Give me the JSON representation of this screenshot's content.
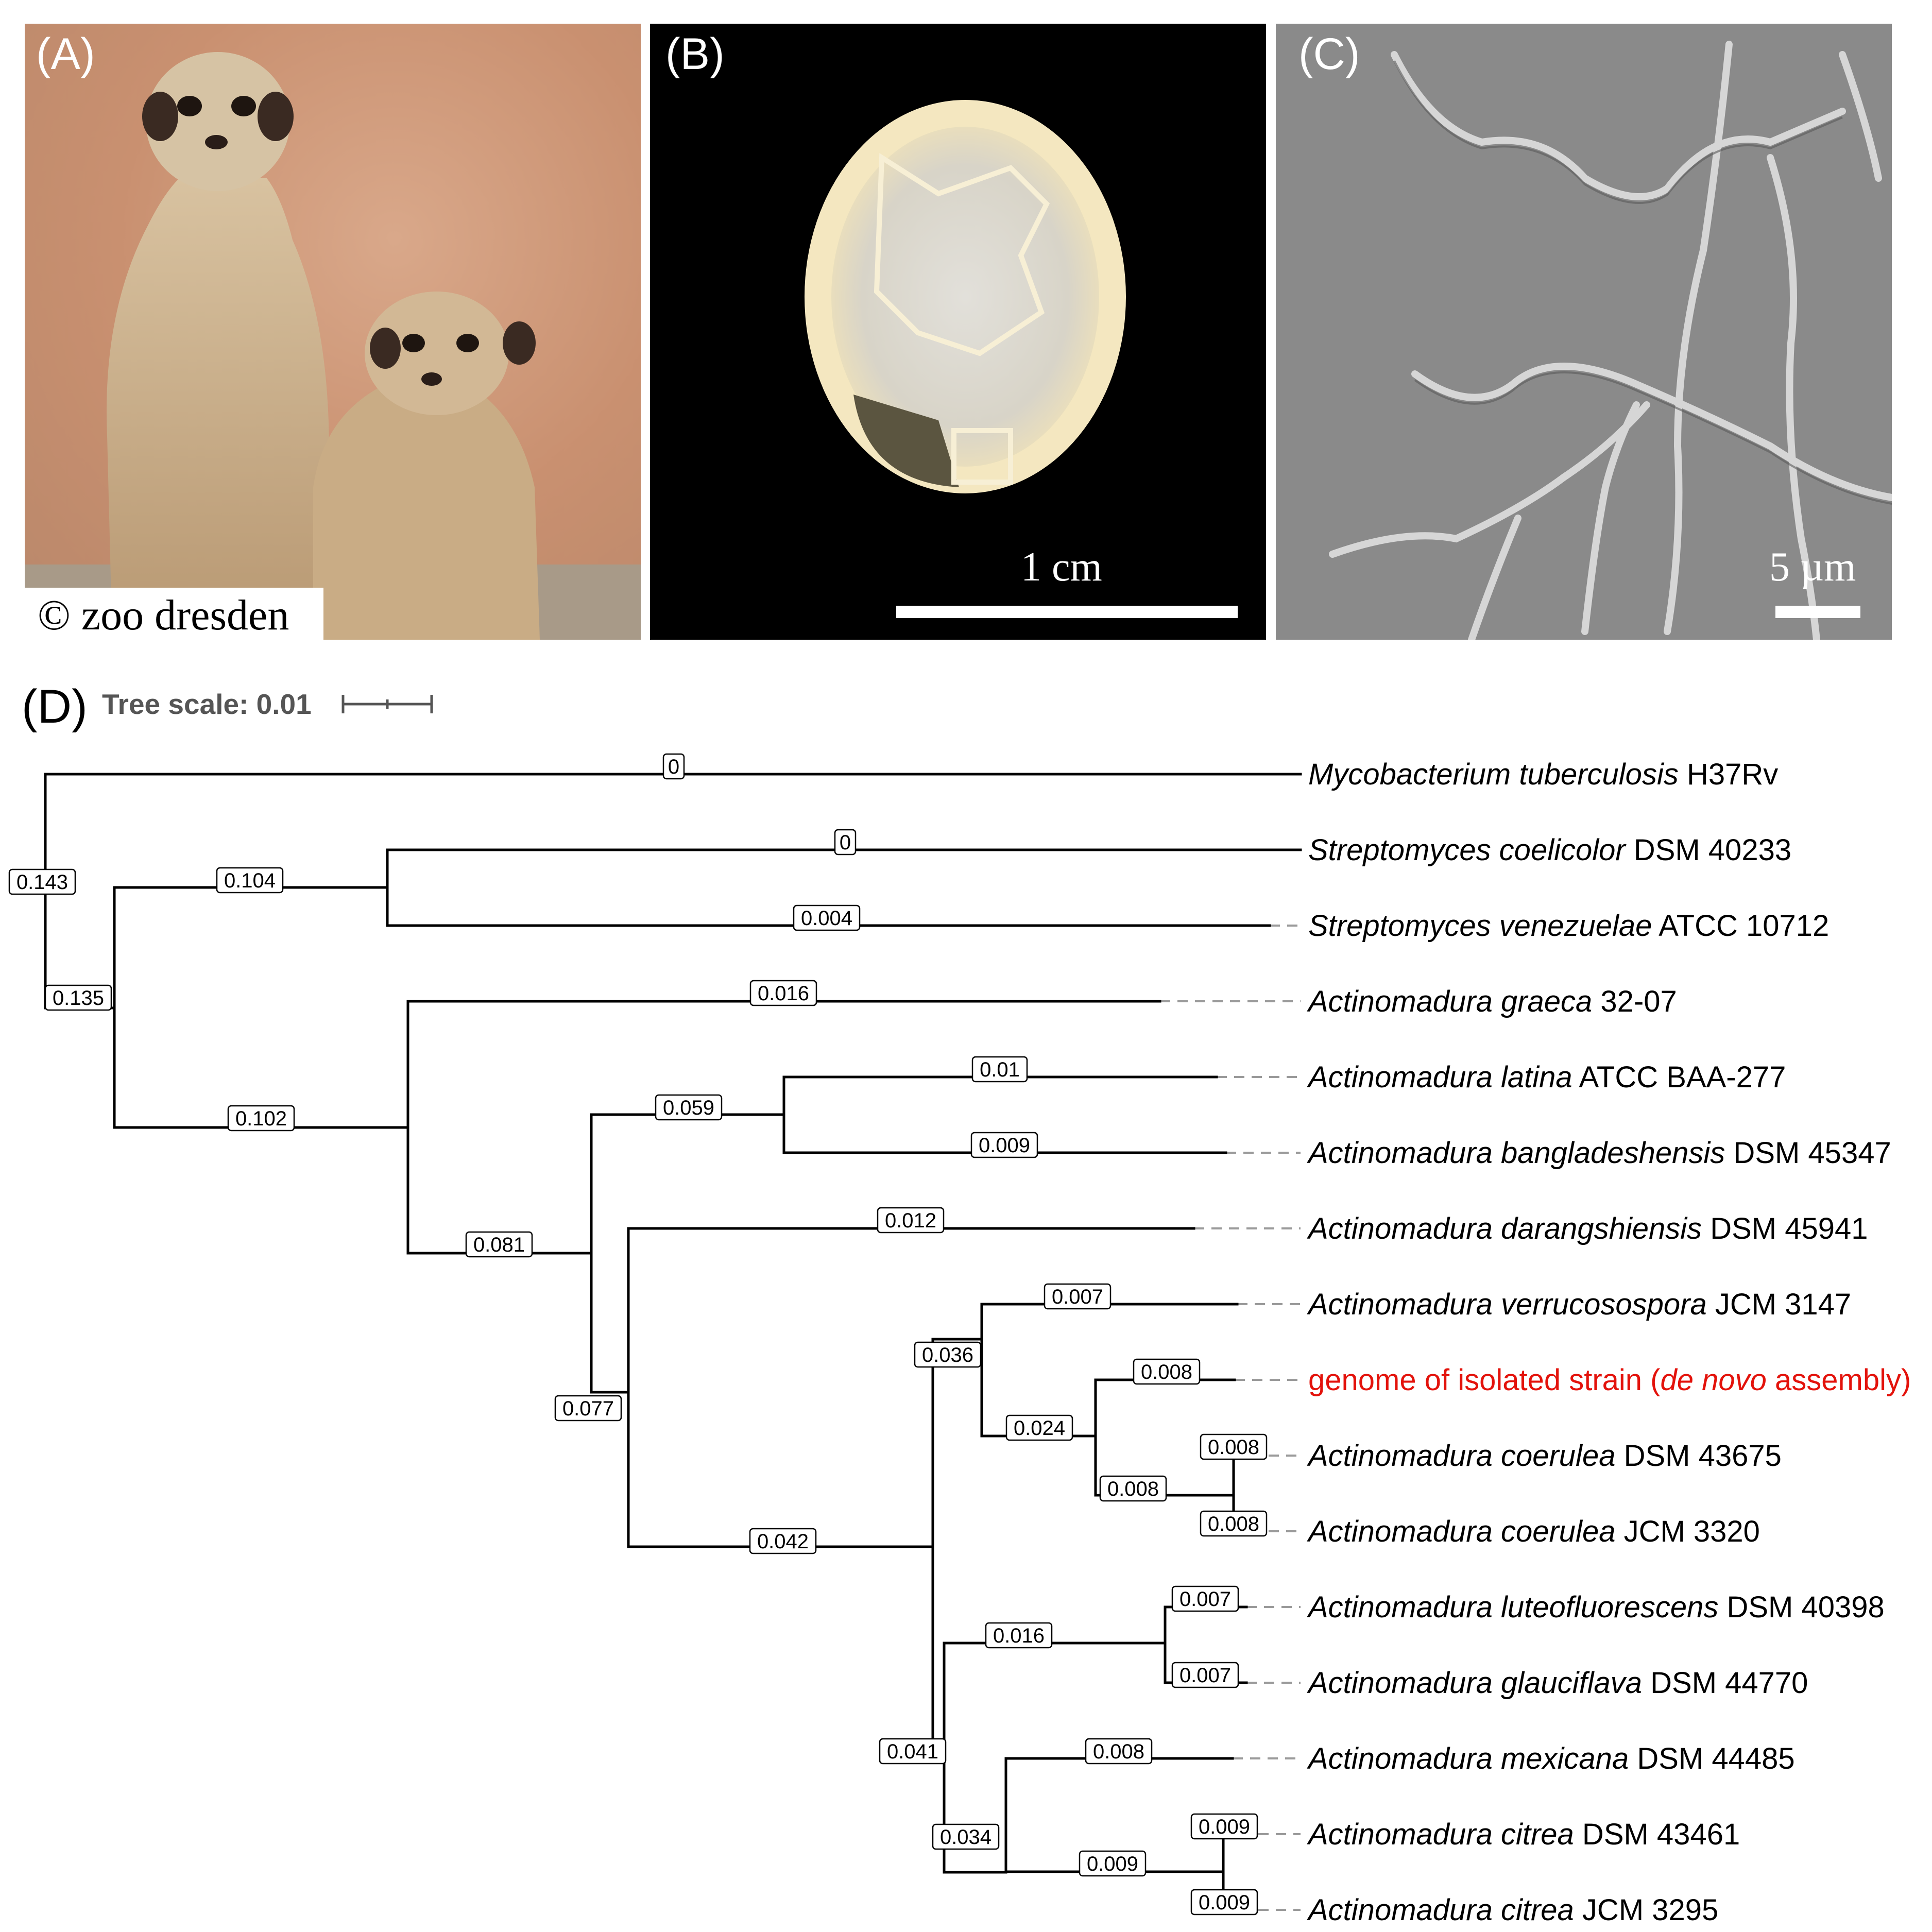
{
  "figure": {
    "panels": {
      "a": {
        "label": "(A)",
        "credit": "© zoo dresden"
      },
      "b": {
        "label": "(B)",
        "scalebar": "1 cm"
      },
      "c": {
        "label": "(C)",
        "scalebar": "5 µm"
      },
      "d": {
        "label": "(D)",
        "tree_scale_label": "Tree scale: 0.01"
      }
    },
    "colors": {
      "highlight": "#e3120b",
      "background_b": "#000000",
      "background_c": "#8a8a8a"
    }
  },
  "tree": {
    "scale_value": 0.01,
    "taxa": [
      {
        "genus": "Mycobacterium tuberculosis",
        "strain": "H37Rv"
      },
      {
        "genus": "Streptomyces coelicolor",
        "strain": "DSM 40233"
      },
      {
        "genus": "Streptomyces venezuelae",
        "strain": "ATCC 10712"
      },
      {
        "genus": "Actinomadura graeca",
        "strain": "32-07"
      },
      {
        "genus": "Actinomadura latina",
        "strain": "ATCC BAA-277"
      },
      {
        "genus": "Actinomadura bangladeshensis",
        "strain": "DSM 45347"
      },
      {
        "genus": "Actinomadura darangshiensis",
        "strain": "DSM 45941"
      },
      {
        "genus": "Actinomadura verrucosospora",
        "strain": "JCM 3147"
      },
      {
        "highlight": true,
        "pre": "genome of isolated strain (",
        "ital": "de novo",
        "post": " assembly)"
      },
      {
        "genus": "Actinomadura coerulea",
        "strain": "DSM 43675"
      },
      {
        "genus": "Actinomadura coerulea",
        "strain": "JCM 3320"
      },
      {
        "genus": "Actinomadura luteofluorescens",
        "strain": "DSM 40398"
      },
      {
        "genus": "Actinomadura glauciflava",
        "strain": "DSM 44770"
      },
      {
        "genus": "Actinomadura mexicana",
        "strain": "DSM 44485"
      },
      {
        "genus": "Actinomadura citrea",
        "strain": "DSM 43461"
      },
      {
        "genus": "Actinomadura citrea",
        "strain": "JCM 3295"
      }
    ],
    "branch_labels": [
      "0",
      "0",
      "0.004",
      "0.016",
      "0.01",
      "0.009",
      "0.012",
      "0.007",
      "0.008",
      "0.008",
      "0.008",
      "0.008",
      "0.007",
      "0.007",
      "0.008",
      "0.009",
      "0.009",
      "0.143",
      "0.135",
      "0.104",
      "0.102",
      "0.081",
      "0.077",
      "0.059",
      "0.042",
      "0.036",
      "0.024",
      "0.041",
      "0.016",
      "0.034",
      "0.009"
    ]
  }
}
